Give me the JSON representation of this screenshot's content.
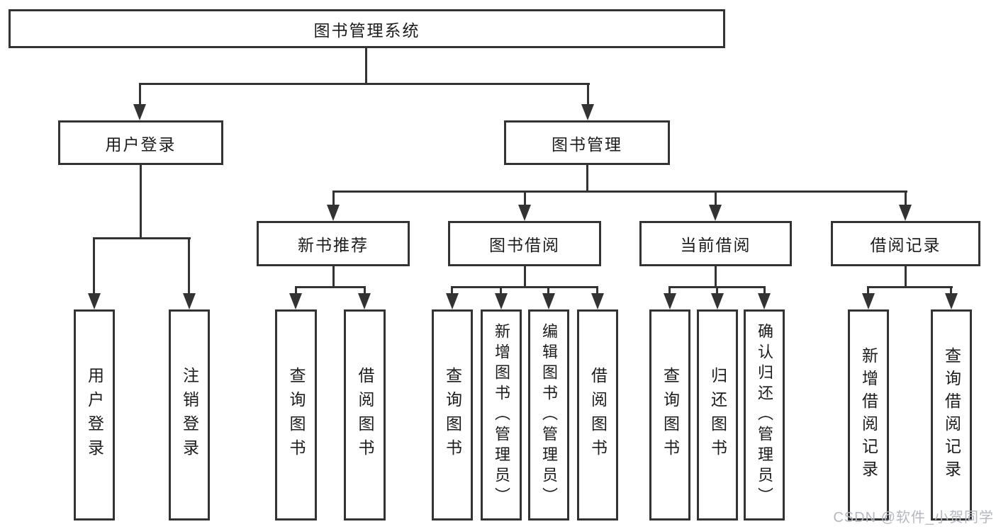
{
  "root": {
    "label": "图书管理系统"
  },
  "user_login": {
    "label": "用户登录",
    "children": [
      "用户登录",
      "注销登录"
    ]
  },
  "book_mgmt": {
    "label": "图书管理",
    "sections": {
      "new_book": {
        "label": "新书推荐",
        "children": [
          "查询图书",
          "借阅图书"
        ]
      },
      "borrow": {
        "label": "图书借阅",
        "children": [
          "查询图书",
          "新增图书（管理员）",
          "编辑图书（管理员）",
          "借阅图书"
        ]
      },
      "current": {
        "label": "当前借阅",
        "children": [
          "查询图书",
          "归还图书",
          "确认归还（管理员）"
        ]
      },
      "records": {
        "label": "借阅记录",
        "children": [
          "新增借阅记录",
          "查询借阅记录"
        ]
      }
    }
  },
  "watermark": "CSDN @软件_小贺同学",
  "colors": {
    "line": "#333333",
    "text": "#1c1c1c",
    "watermark": "#b4b8c0",
    "background": "#ffffff"
  }
}
